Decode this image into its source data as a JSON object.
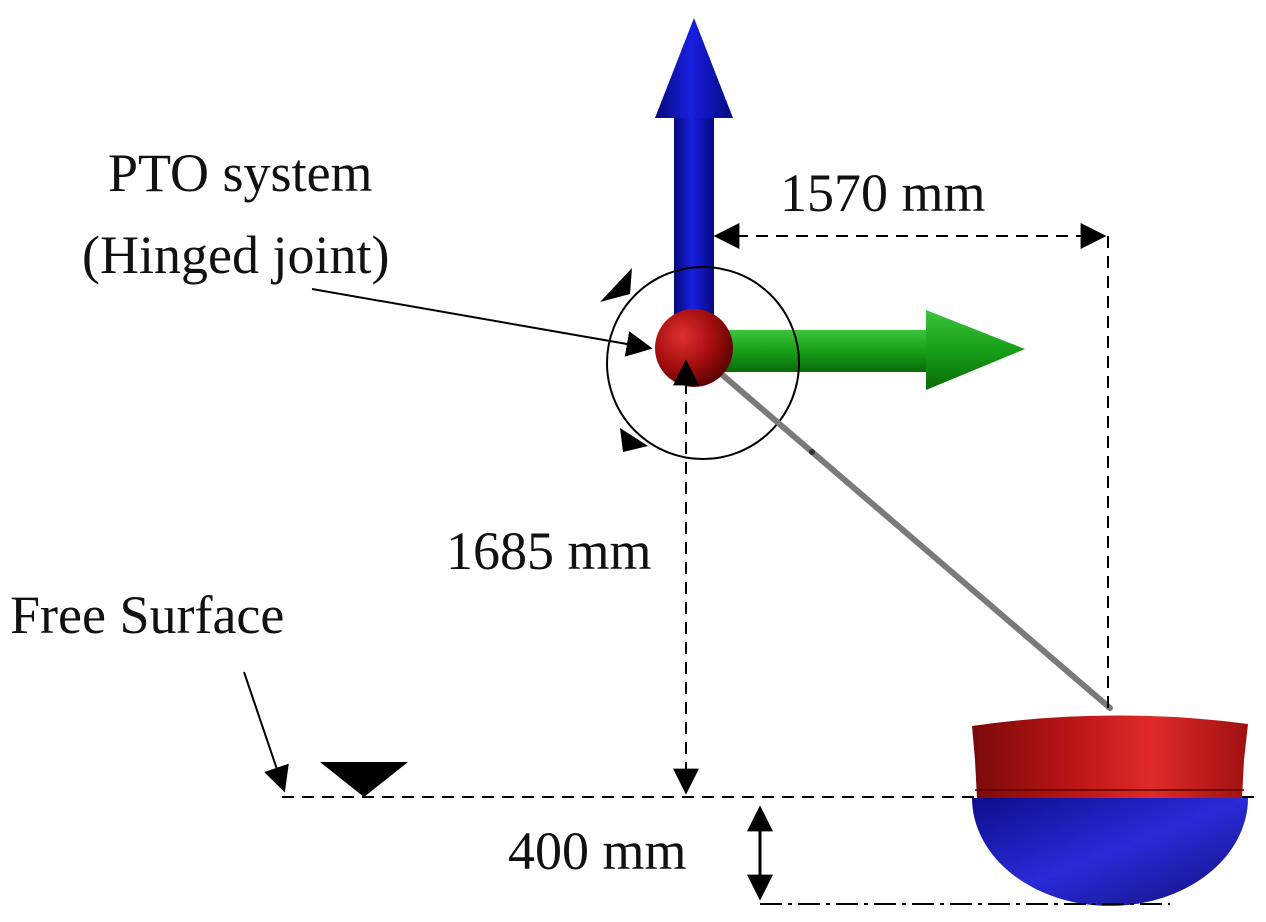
{
  "labels": {
    "pto_line1": "PTO system",
    "pto_line2": "(Hinged joint)",
    "horizontal_distance": "1570 mm",
    "vertical_distance": "1685 mm",
    "free_surface": "Free Surface",
    "draft": "400 mm"
  },
  "colors": {
    "z_axis": "#0a10c8",
    "x_axis": "#1aa01a",
    "joint": "#b01010",
    "float_top": "#c81818",
    "float_bottom": "#1c1cbc",
    "arm": "#7a7a7a"
  }
}
